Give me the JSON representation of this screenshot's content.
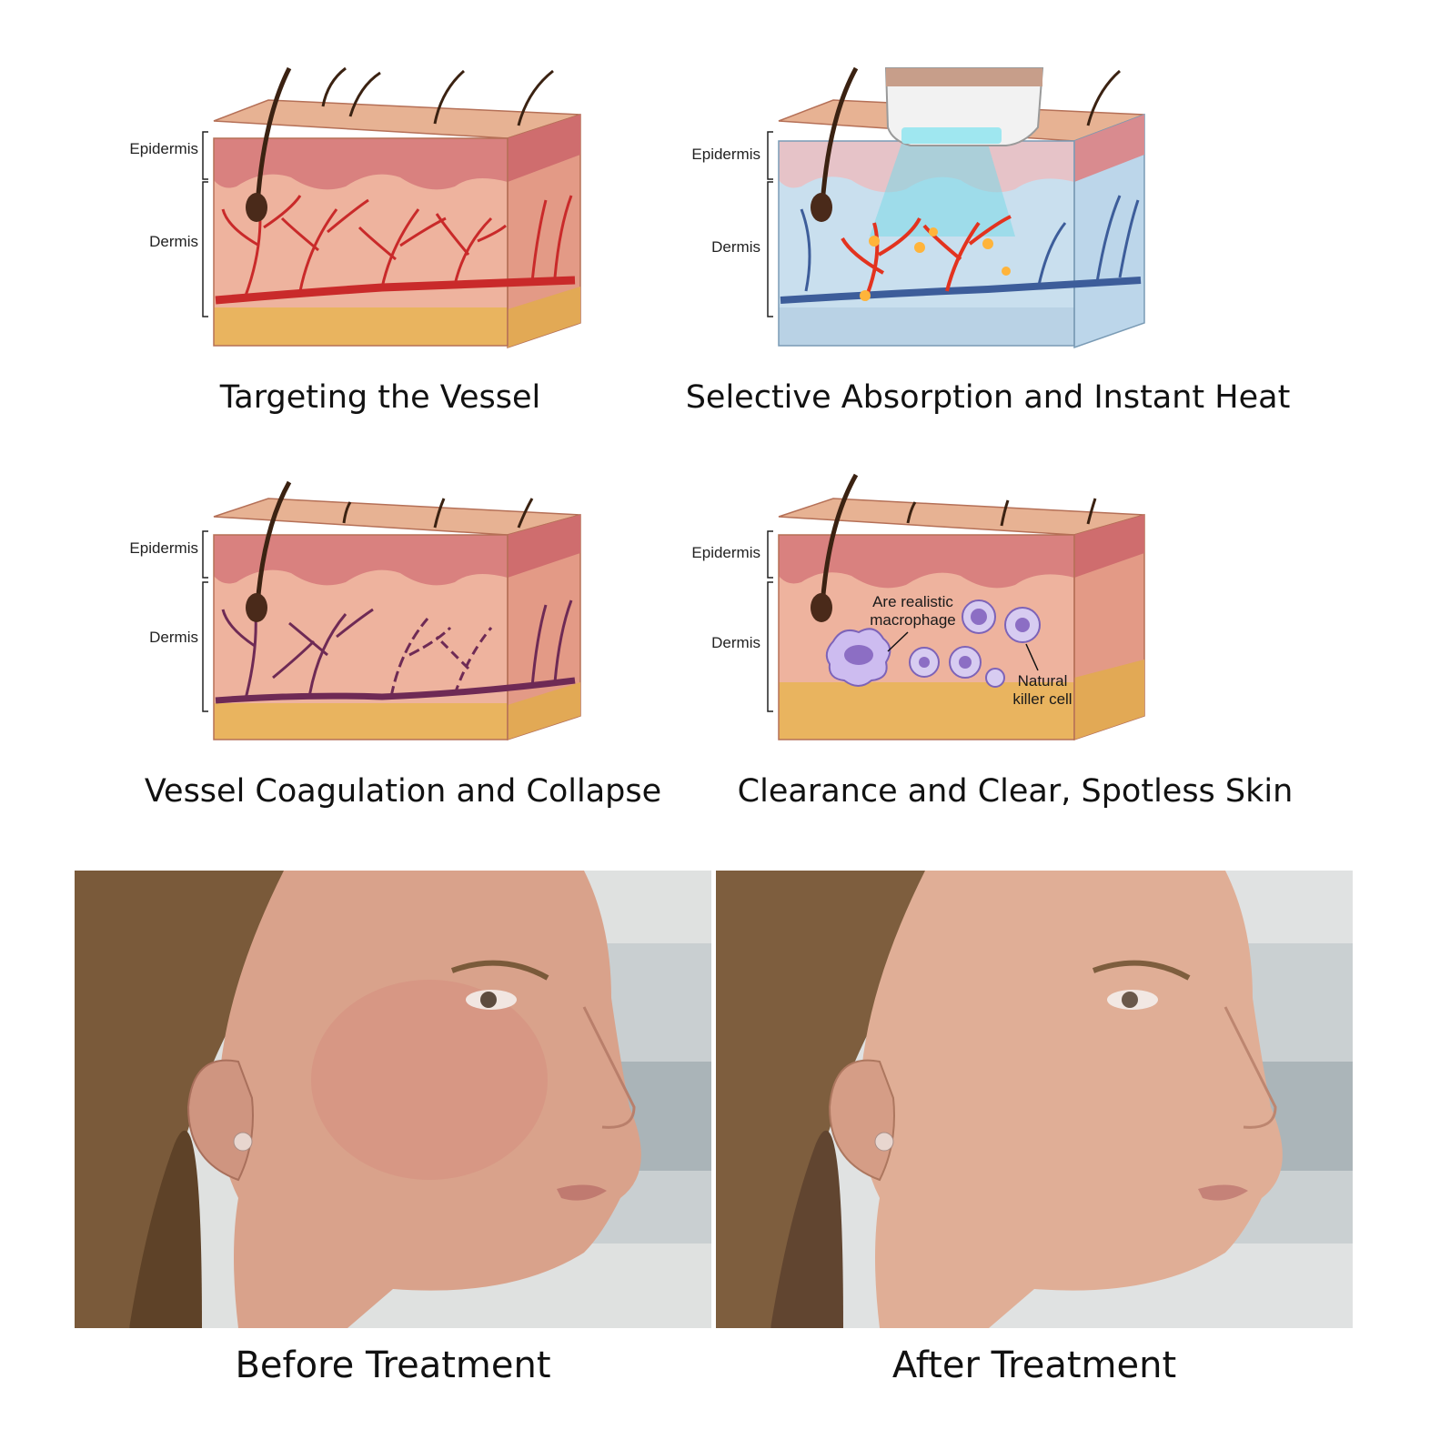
{
  "steps": [
    {
      "epidermis": "Epidermis",
      "dermis": "Dermis",
      "caption": "Targeting the Vessel"
    },
    {
      "epidermis": "Epidermis",
      "dermis": "Dermis",
      "caption": "Selective Absorption and Instant Heat"
    },
    {
      "epidermis": "Epidermis",
      "dermis": "Dermis",
      "caption": "Vessel Coagulation and Collapse"
    },
    {
      "epidermis": "Epidermis",
      "dermis": "Dermis",
      "caption": "Clearance and Clear, Spotless Skin",
      "macrophage_label": "Are realistic macrophage",
      "nk_label": "Natural killer cell"
    }
  ],
  "comparison": {
    "before": "Before Treatment",
    "after": "After Treatment"
  },
  "colors": {
    "skin_top": "#e7b293",
    "epidermis": "#d9817f",
    "dermis": "#eeb39e",
    "fat": "#e9b45f",
    "vessel_red": "#c92a2a",
    "vessel_collapsed": "#6e2a55",
    "cool_blue": "#a8cfe6",
    "cell_purple": "#8c6ec4"
  }
}
